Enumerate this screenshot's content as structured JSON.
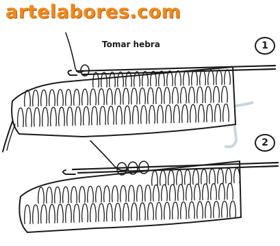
{
  "watermark": "artelabores.com",
  "step1": {
    "instruction": "Tomar hebra",
    "number": "1"
  },
  "step2": {
    "number": "2"
  },
  "colors": {
    "ink": "#1a1a1a",
    "watermark": "#f08a1c",
    "faint_logo": "#c9d6e0"
  }
}
